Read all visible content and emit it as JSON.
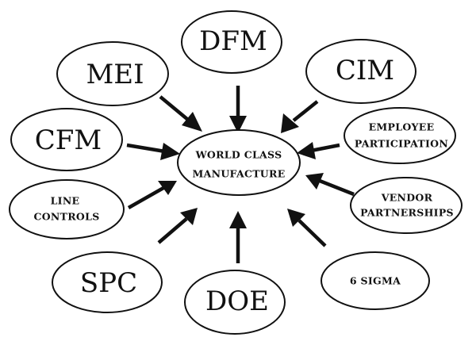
{
  "center": {
    "lines": [
      "WORLD CLASS",
      "MANUFACTURE"
    ]
  },
  "nodes": [
    {
      "id": "dfm",
      "lines": [
        "DFM"
      ]
    },
    {
      "id": "mei",
      "lines": [
        "MEI"
      ]
    },
    {
      "id": "cim",
      "lines": [
        "CIM"
      ]
    },
    {
      "id": "cfm",
      "lines": [
        "CFM"
      ]
    },
    {
      "id": "employee-participation",
      "lines": [
        "EMPLOYEE",
        "PARTICIPATION"
      ]
    },
    {
      "id": "line-controls",
      "lines": [
        "LINE",
        "CONTROLS"
      ]
    },
    {
      "id": "vendor-partnerships",
      "lines": [
        "VENDOR",
        "PARTNERSHIPS"
      ]
    },
    {
      "id": "spc",
      "lines": [
        "SPC"
      ]
    },
    {
      "id": "doe",
      "lines": [
        "DOE"
      ]
    },
    {
      "id": "6-sigma",
      "lines": [
        "6 SIGMA"
      ]
    }
  ],
  "colors": {
    "ink": "#111111",
    "background": "#ffffff"
  }
}
